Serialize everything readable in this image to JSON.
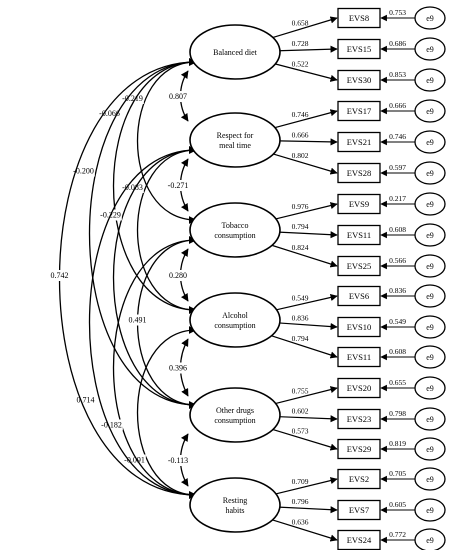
{
  "latents": [
    {
      "id": "balanced-diet",
      "lines": [
        "Balanced diet"
      ]
    },
    {
      "id": "respect-for-meal-time",
      "lines": [
        "Respect for",
        "meal time"
      ]
    },
    {
      "id": "tobacco-consumption",
      "lines": [
        "Tobacco",
        "consumption"
      ]
    },
    {
      "id": "alcohol-consumption",
      "lines": [
        "Alcohol",
        "consumption"
      ]
    },
    {
      "id": "other-drugs-consumption",
      "lines": [
        "Other drugs",
        "consumption"
      ]
    },
    {
      "id": "resting-habits",
      "lines": [
        "Resting",
        "habits"
      ]
    }
  ],
  "indicators": [
    {
      "latent": 0,
      "label": "EVS8",
      "loading": "0.658",
      "residual": "0.753",
      "error": "e9"
    },
    {
      "latent": 0,
      "label": "EVS15",
      "loading": "0.728",
      "residual": "0.686",
      "error": "e9"
    },
    {
      "latent": 0,
      "label": "EVS30",
      "loading": "0.522",
      "residual": "0.853",
      "error": "e9"
    },
    {
      "latent": 1,
      "label": "EVS17",
      "loading": "0.746",
      "residual": "0.666",
      "error": "e9"
    },
    {
      "latent": 1,
      "label": "EVS21",
      "loading": "0.666",
      "residual": "0.746",
      "error": "e9"
    },
    {
      "latent": 1,
      "label": "EVS28",
      "loading": "0.802",
      "residual": "0.597",
      "error": "e9"
    },
    {
      "latent": 2,
      "label": "EVS9",
      "loading": "0.976",
      "residual": "0.217",
      "error": "e9"
    },
    {
      "latent": 2,
      "label": "EVS11",
      "loading": "0.794",
      "residual": "0.608",
      "error": "e9"
    },
    {
      "latent": 2,
      "label": "EVS25",
      "loading": "0.824",
      "residual": "0.566",
      "error": "e9"
    },
    {
      "latent": 3,
      "label": "EVS6",
      "loading": "0.549",
      "residual": "0.836",
      "error": "e9"
    },
    {
      "latent": 3,
      "label": "EVS10",
      "loading": "0.836",
      "residual": "0.549",
      "error": "e9"
    },
    {
      "latent": 3,
      "label": "EVS11",
      "loading": "0.794",
      "residual": "0.608",
      "error": "e9"
    },
    {
      "latent": 4,
      "label": "EVS20",
      "loading": "0.755",
      "residual": "0.655",
      "error": "e9"
    },
    {
      "latent": 4,
      "label": "EVS23",
      "loading": "0.602",
      "residual": "0.798",
      "error": "e9"
    },
    {
      "latent": 4,
      "label": "EVS29",
      "loading": "0.573",
      "residual": "0.819",
      "error": "e9"
    },
    {
      "latent": 5,
      "label": "EVS2",
      "loading": "0.709",
      "residual": "0.705",
      "error": "e9"
    },
    {
      "latent": 5,
      "label": "EVS7",
      "loading": "0.796",
      "residual": "0.605",
      "error": "e9"
    },
    {
      "latent": 5,
      "label": "EVS24",
      "loading": "0.636",
      "residual": "0.772",
      "error": "e9"
    }
  ],
  "correlations": [
    {
      "from": 0,
      "to": 1,
      "value": "0.807"
    },
    {
      "from": 1,
      "to": 2,
      "value": "-0.271"
    },
    {
      "from": 2,
      "to": 3,
      "value": "0.280"
    },
    {
      "from": 3,
      "to": 4,
      "value": "0.396"
    },
    {
      "from": 4,
      "to": 5,
      "value": "-0.113"
    },
    {
      "from": 0,
      "to": 2,
      "value": "-0.219"
    },
    {
      "from": 1,
      "to": 3,
      "value": "-0.083"
    },
    {
      "from": 2,
      "to": 4,
      "value": "0.491"
    },
    {
      "from": 3,
      "to": 5,
      "value": "-0.091"
    },
    {
      "from": 0,
      "to": 3,
      "value": "-0.066"
    },
    {
      "from": 1,
      "to": 4,
      "value": "-0.229"
    },
    {
      "from": 2,
      "to": 5,
      "value": "-0.182"
    },
    {
      "from": 0,
      "to": 4,
      "value": "-0.200"
    },
    {
      "from": 1,
      "to": 5,
      "value": "0.714"
    },
    {
      "from": 0,
      "to": 5,
      "value": "0.742"
    }
  ]
}
